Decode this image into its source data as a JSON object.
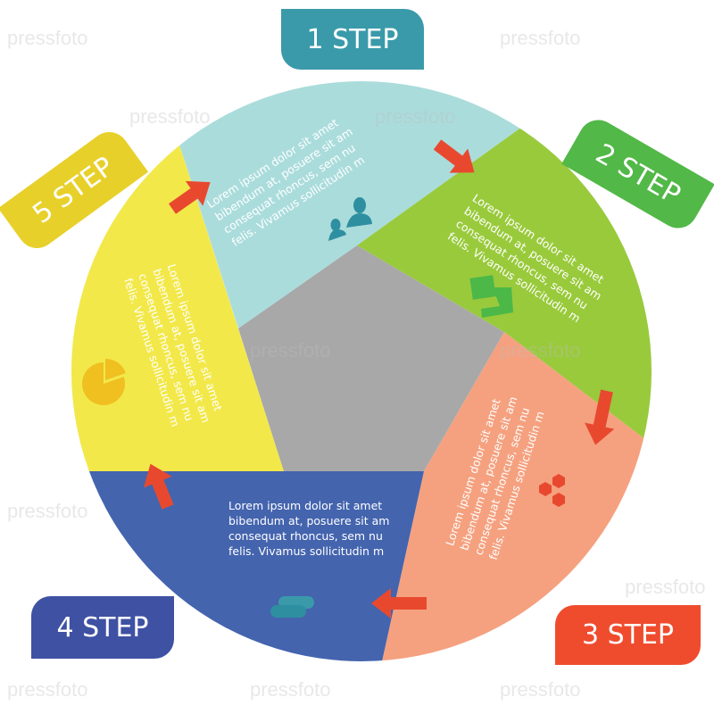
{
  "steps": [
    {
      "label": "1 STEP",
      "color": "#3a9aaa",
      "slice_color": "#abdcdc",
      "icon": "users-icon",
      "text": [
        "Lorem ipsum dolor sit amet",
        "bibendum at, posuere sit am",
        "consequat rhoncus, sem nu",
        "felis. Vivamus sollicitudin m"
      ]
    },
    {
      "label": "2 STEP",
      "color": "#52b848",
      "slice_color": "#99ca3c",
      "icon": "squares-icon",
      "text": [
        "Lorem ipsum dolor sit amet",
        "bibendum at, posuere sit am",
        "consequat rhoncus, sem nu",
        "felis. Vivamus sollicitudin m"
      ]
    },
    {
      "label": "3 STEP",
      "color": "#ef4c2e",
      "slice_color": "#f5a17f",
      "icon": "hexagons-icon",
      "text": [
        "Lorem ipsum dolor sit amet",
        "bibendum at, posuere sit am",
        "consequat rhoncus, sem nu",
        "felis. Vivamus sollicitudin m"
      ]
    },
    {
      "label": "4 STEP",
      "color": "#3f51a3",
      "slice_color": "#4464ae",
      "icon": "clouds-icon",
      "text": [
        "Lorem ipsum dolor sit amet",
        "bibendum at, posuere sit am",
        "consequat rhoncus, sem nu",
        "felis. Vivamus sollicitudin m"
      ]
    },
    {
      "label": "5 STEP",
      "color": "#e8d02a",
      "slice_color": "#f2e84a",
      "icon": "pie-chart-icon",
      "text": [
        "Lorem ipsum dolor sit amet",
        "bibendum at, posuere sit am",
        "consequat rhoncus, sem nu",
        "felis. Vivamus sollicitudin m"
      ]
    }
  ],
  "center_color": "#a8a8a8",
  "arrow_color": "#e8492e",
  "watermark": "pressfoto"
}
